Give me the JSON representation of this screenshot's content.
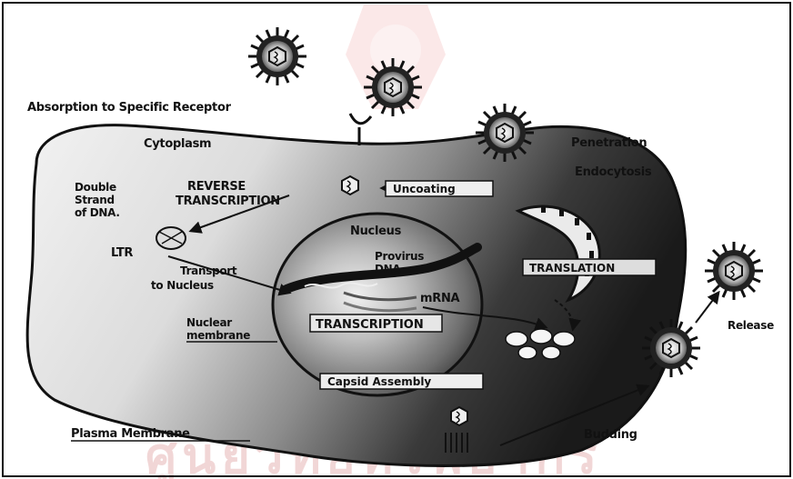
{
  "watermark": "ศูนย์วิทยทรัพยากร",
  "labels": {
    "absorption": "Absorption to Specific Receptor",
    "cytoplasm": "Cytoplasm",
    "penetration": "Penetration",
    "endocytosis": "Endocytosis",
    "double_strand_1": "Double",
    "double_strand_2": "Strand",
    "double_strand_3": "of DNA.",
    "reverse_1": "REVERSE",
    "reverse_2": "TRANSCRIPTION",
    "uncoating": "Uncoating",
    "nucleus": "Nucleus",
    "provirus_1": "Provirus",
    "provirus_2": "DNA",
    "ltr": "LTR",
    "transport_1": "Transport",
    "transport_2": "to Nucleus",
    "mrna": "mRNA",
    "translation": "TRANSLATION",
    "nuclear_1": "Nuclear",
    "nuclear_2": "membrane",
    "transcription": "TRANSCRIPTION",
    "capsid": "Capsid Assembly",
    "plasma": "Plasma Membrane",
    "budding": "Budding",
    "release": "Release"
  },
  "colors": {
    "cell_dark": "#2b2b2b",
    "cell_light": "#e8e8e8",
    "nucleus_mid": "#9a9a9a",
    "ink": "#111111",
    "watermark": "#f1d6d6"
  }
}
